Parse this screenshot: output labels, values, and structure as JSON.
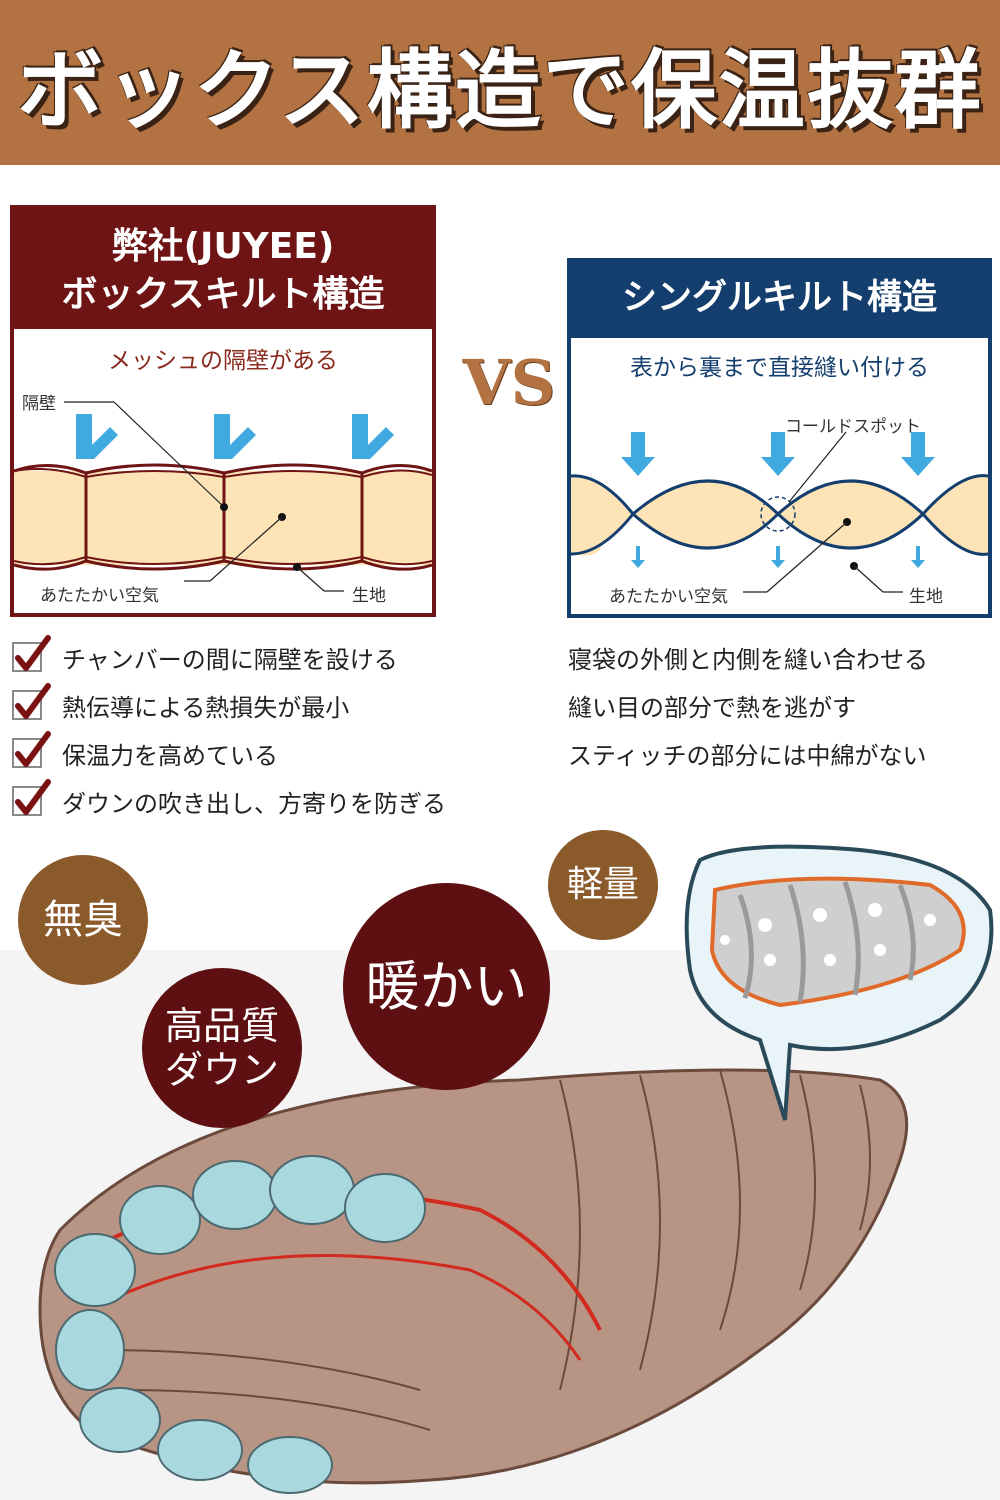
{
  "banner": {
    "title": "ボックス構造で保温抜群"
  },
  "left_panel": {
    "title_line1": "弊社(JUYEE)",
    "title_line2": "ボックスキルト構造",
    "subtitle": "メッシュの隔壁がある",
    "label_wall": "隔壁",
    "label_air": "あたたかい空気",
    "label_fabric": "生地"
  },
  "vs_text": "VS",
  "right_panel": {
    "title": "シングルキルト構造",
    "subtitle": "表から裏まで直接縫い付ける",
    "label_coldspot": "コールドスポット",
    "label_air": "あたたかい空気",
    "label_fabric": "生地"
  },
  "left_features": [
    "チャンバーの間に隔壁を設ける",
    "熱伝導による熱損失が最小",
    "保温力を高めている",
    "ダウンの吹き出し、方寄りを防ぎる"
  ],
  "right_features": [
    "寝袋の外側と内側を縫い合わせる",
    "縫い目の部分で熱を逃がす",
    "スティッチの部分には中綿がない"
  ],
  "badges": {
    "odorless": "無臭",
    "lightweight": "軽量",
    "warm": "暖かい",
    "quality_line1": "高品質",
    "quality_line2": "ダウン"
  },
  "colors": {
    "banner": "#b27241",
    "left_accent": "#6e1414",
    "right_accent": "#133e6e",
    "fill": "#fde3b5",
    "arrow": "#3fa9e0"
  }
}
